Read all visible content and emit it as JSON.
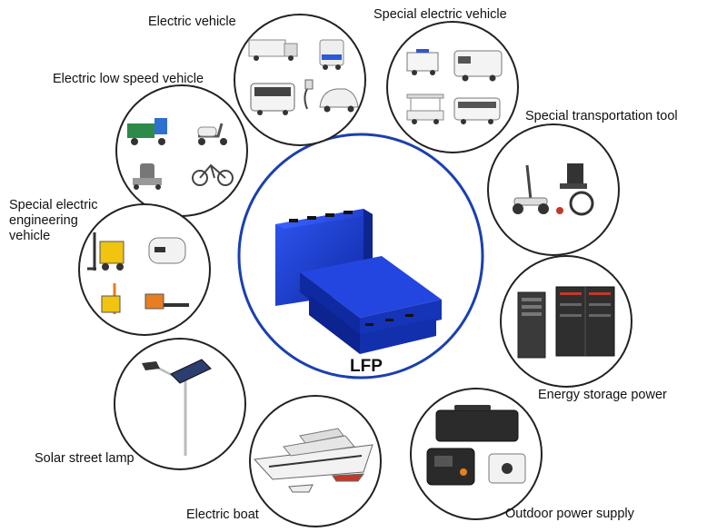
{
  "center": {
    "label": "LFP",
    "ring_color": "#1a3fb0",
    "battery_color": "#1d3fd6"
  },
  "applications": [
    {
      "id": "electric-vehicle",
      "label": "Electric vehicle",
      "icons": [
        "truck-icon",
        "van-icon",
        "bus-icon",
        "charger-icon",
        "car-icon"
      ]
    },
    {
      "id": "special-electric-vehicle",
      "label": "Special electric vehicle",
      "icons": [
        "police-cart-icon",
        "rv-icon",
        "golf-cart-icon",
        "minibus-icon"
      ]
    },
    {
      "id": "electric-low-speed-vehicle",
      "label": "Electric low speed vehicle",
      "icons": [
        "cargo-tricycle-icon",
        "scooter-icon",
        "mobility-scooter-icon",
        "bicycle-icon"
      ]
    },
    {
      "id": "special-transportation-tool",
      "label": "Special transportation tool",
      "icons": [
        "balance-scooter-icon",
        "wheelchair-icon"
      ]
    },
    {
      "id": "special-electric-engineering-vehicle",
      "label": "Special electric engineering vehicle",
      "icons": [
        "forklift-icon",
        "robot-cleaner-icon",
        "stacker-icon",
        "pallet-truck-icon"
      ]
    },
    {
      "id": "energy-storage-power",
      "label": "Energy storage power",
      "icons": [
        "server-rack-icon",
        "storage-cabinet-icon"
      ]
    },
    {
      "id": "solar-street-lamp",
      "label": "Solar street lamp",
      "icons": [
        "street-lamp-icon",
        "solar-panel-icon"
      ]
    },
    {
      "id": "electric-boat",
      "label": "Electric boat",
      "icons": [
        "yacht-icon",
        "small-boat-icon"
      ]
    },
    {
      "id": "outdoor-power-supply",
      "label": "Outdoor power supply",
      "icons": [
        "rugged-case-icon",
        "power-station-icon",
        "portable-battery-icon"
      ]
    }
  ],
  "colors": {
    "outline": "#222222",
    "text": "#111111"
  }
}
